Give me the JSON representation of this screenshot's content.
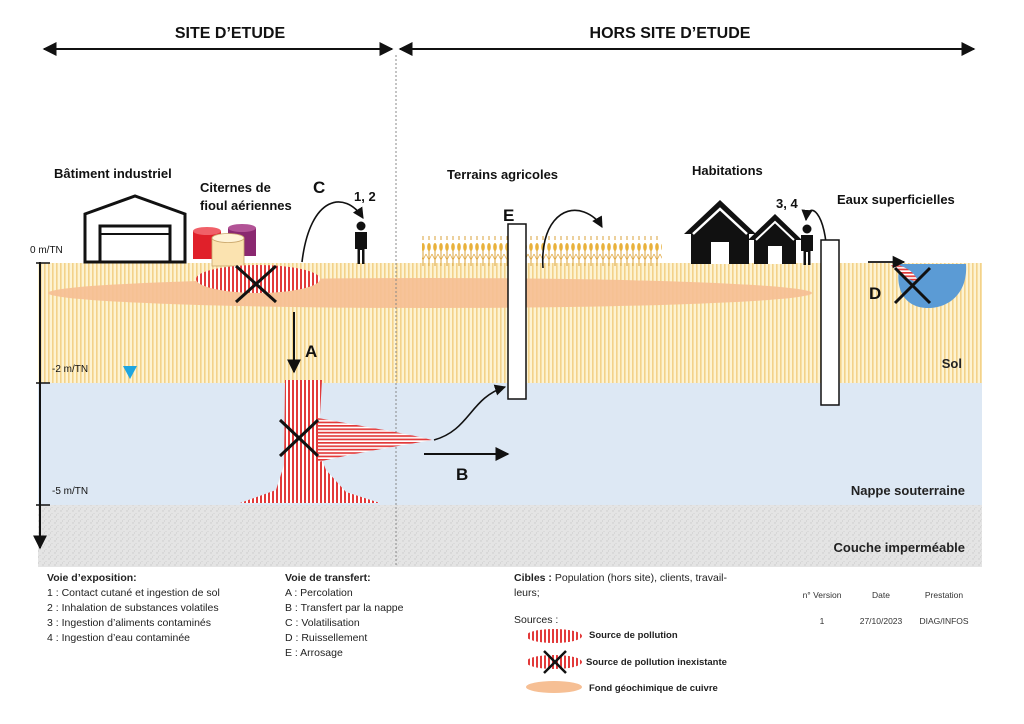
{
  "header": {
    "site": "SITE D’ETUDE",
    "offsite": "HORS SITE D’ETUDE"
  },
  "labels": {
    "building": "Bâtiment industriel",
    "tanks_line1": "Citernes de",
    "tanks_line2": "fioul aériennes",
    "farmland": "Terrains agricoles",
    "housing": "Habitations",
    "surface_water": "Eaux superficielles",
    "soil": "Sol",
    "groundwater": "Nappe souterraine",
    "impermeable": "Couche imperméable"
  },
  "depths": {
    "d0": "0 m/TN",
    "d2": "-2 m/TN",
    "d5": "-5 m/TN"
  },
  "pathways": {
    "A": "A",
    "B": "B",
    "C": "C",
    "D": "D",
    "E": "E",
    "targets_onsite": "1, 2",
    "targets_offsite": "3, 4"
  },
  "legend": {
    "exposure": {
      "title": "Voie d’exposition:",
      "items": [
        "1 : Contact cutané et ingestion de sol",
        "2 : Inhalation de substances volatiles",
        "3 : Ingestion d’aliments contaminés",
        "4 : Ingestion d’eau contaminée"
      ]
    },
    "transfer": {
      "title": "Voie de transfert:",
      "items": [
        "A : Percolation",
        "B :  Transfert par la nappe",
        "C : Volatilisation",
        "D : Ruissellement",
        "E : Arrosage"
      ]
    },
    "targets": {
      "label": "Cibles :",
      "text_line1": "Population (hors site), clients, travail-",
      "text_line2": "leurs;"
    },
    "sources": {
      "title": "Sources :",
      "pollution": "Source de pollution",
      "no_pollution": "Source de pollution inexistante",
      "background": "Fond géochimique de cuivre"
    }
  },
  "info_table": {
    "headers": [
      "n° Version",
      "Date",
      "Prestation"
    ],
    "values": [
      "1",
      "27/10/2023",
      "DIAG/INFOS"
    ]
  },
  "colors": {
    "soil": "#fdf3d2",
    "soil_stripe": "#f3d28a",
    "water": "#dde8f4",
    "clay": "#e3e3e3",
    "copper": "#f6bf94",
    "pollution": "#e23a3a",
    "pond": "#5b9bd5",
    "crop": "#e8b13c"
  }
}
